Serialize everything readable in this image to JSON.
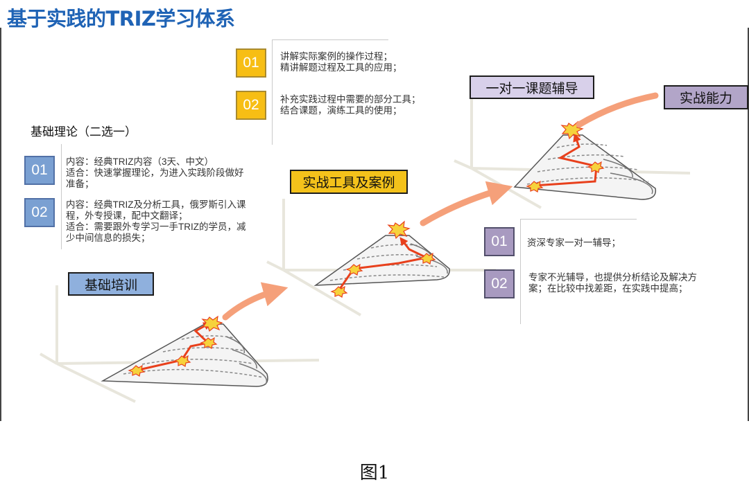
{
  "title": "基于实践的TRIZ学习体系",
  "basic_theory": {
    "heading": "基础理论（二选一）",
    "items": [
      {
        "num": "01",
        "lines": [
          "内容：经典TRIZ内容（3天、中文）",
          "适合：快速掌握理论，为进入实践阶段做好",
          "准备；"
        ]
      },
      {
        "num": "02",
        "lines": [
          "内容：经典TRIZ及分析工具，俄罗斯引入课",
          "程，外专授课，配中文翻译；",
          "适合：需要跟外专学习一手TRIZ的学员，减",
          "少中间信息的损失；"
        ]
      }
    ]
  },
  "tools_section": {
    "items": [
      {
        "num": "01",
        "lines": [
          "讲解实际案例的操作过程；",
          "精讲解题过程及工具的应用；"
        ]
      },
      {
        "num": "02",
        "lines": [
          "补充实践过程中需要的部分工具；",
          "结合课题，演练工具的使用；"
        ]
      }
    ]
  },
  "coaching_section": {
    "items": [
      {
        "num": "01",
        "lines": [
          "资深专家一对一辅导；"
        ]
      },
      {
        "num": "02",
        "lines": [
          "专家不光辅导，也提供分析结论及解决方",
          "案；在比较中找差距，在实践中提高；"
        ]
      }
    ]
  },
  "stage_labels": {
    "basic_training": "基础培训",
    "practical_tools": "实战工具及案例",
    "one_on_one": "一对一课题辅导",
    "practical_ability": "实战能力"
  },
  "caption": "图1",
  "colors": {
    "title": "#1f63b5",
    "yellow": "#f7be14",
    "blue": "#7aa0d2",
    "purple": "#a89ac0",
    "arrow": "#f5a07a",
    "path": "#e8401c"
  }
}
